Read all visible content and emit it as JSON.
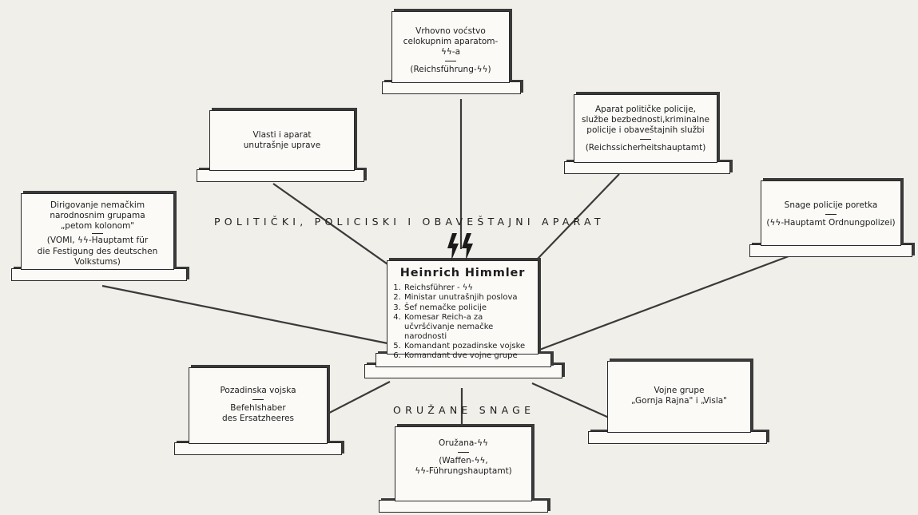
{
  "center": {
    "name": "Heinrich Himmler",
    "roles": [
      "Reichsführer - ϟϟ",
      "Ministar unutrašnjih poslova",
      "Šef nemačke policije",
      "Komesar Reich-a za učvršćivanje nemačke narodnosti",
      "Komandant pozadinske vojske",
      "Komandant dve vojne grupe"
    ]
  },
  "ss_emblem": "ϟϟ",
  "section_labels": {
    "political": "Politički, policiski i obaveštajni aparat",
    "armed": "Oružane snage"
  },
  "boxes": {
    "reichsfuehrung": {
      "line1": "Vrhovno voćstvo",
      "line2": "celokupnim aparatom-ϟϟ-a",
      "sub": "(Reichsführung-ϟϟ)"
    },
    "interior": {
      "line1": "Vlasti i aparat",
      "line2": "unutrašnje uprave"
    },
    "rsha": {
      "line1": "Aparat političke policije,",
      "line2": "službe bezbednosti,kriminalne",
      "line3": "policije i obaveštajnih službi",
      "sub": "(Reichssicherheitshauptamt)"
    },
    "vomi": {
      "line1": "Dirigovanje nemačkim",
      "line2": "narodnosnim grupama",
      "line3": "„petom kolonom\"",
      "sub1": "(VOMI, ϟϟ-Hauptamt für",
      "sub2": "die Festigung des deutschen",
      "sub3": "Volkstums)"
    },
    "orpo": {
      "line1": "Snage policije poretka",
      "sub": "(ϟϟ-Hauptamt Ordnungpolizei)"
    },
    "replacement": {
      "line1": "Pozadinska vojska",
      "sub1": "Befehlshaber",
      "sub2": "des Ersatzheeres"
    },
    "waffen": {
      "line1": "Oružana-ϟϟ",
      "sub1": "(Waffen-ϟϟ,",
      "sub2": "ϟϟ-Führungshauptamt)"
    },
    "army_groups": {
      "line1": "Vojne grupe",
      "line2": "„Gornja Rajna\" i „Visla\""
    }
  }
}
